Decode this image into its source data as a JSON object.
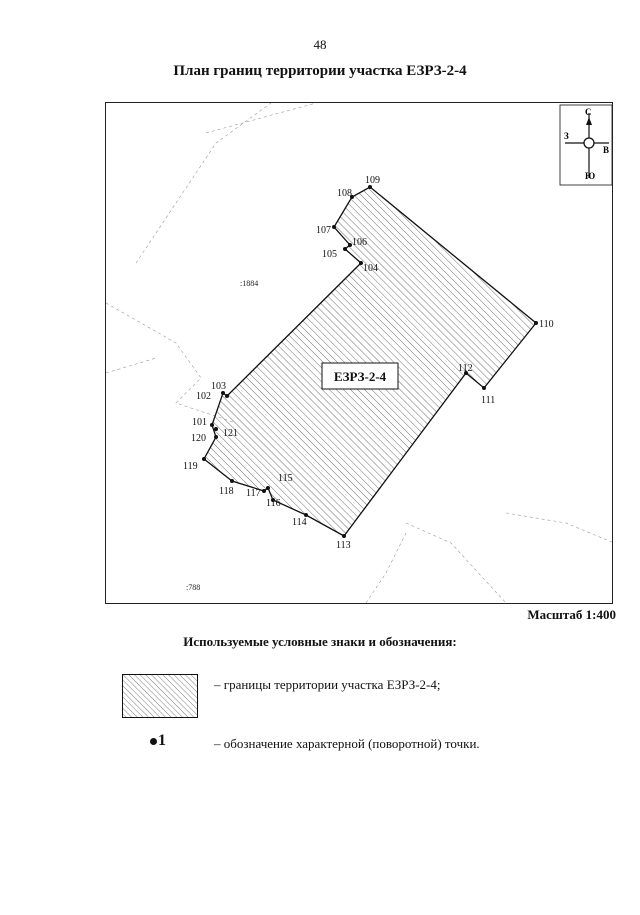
{
  "page": {
    "number": "48",
    "title": "План границ территории участка ЕЗРЗ-2-4"
  },
  "map": {
    "plot_label": "ЕЗРЗ-2-4",
    "neighbor_labels": [
      ":1884",
      ":788"
    ],
    "compass": {
      "north": "С",
      "south": "Ю",
      "east": "В",
      "west": "З"
    },
    "points": [
      {
        "id": "101",
        "label": "101"
      },
      {
        "id": "102",
        "label": "102"
      },
      {
        "id": "103",
        "label": "103"
      },
      {
        "id": "104",
        "label": "104"
      },
      {
        "id": "105",
        "label": "105"
      },
      {
        "id": "106",
        "label": "106"
      },
      {
        "id": "107",
        "label": "107"
      },
      {
        "id": "108",
        "label": "108"
      },
      {
        "id": "109",
        "label": "109"
      },
      {
        "id": "110",
        "label": "110"
      },
      {
        "id": "111",
        "label": "111"
      },
      {
        "id": "112",
        "label": "112"
      },
      {
        "id": "113",
        "label": "113"
      },
      {
        "id": "114",
        "label": "114"
      },
      {
        "id": "115",
        "label": "115"
      },
      {
        "id": "116",
        "label": "116"
      },
      {
        "id": "117",
        "label": "117"
      },
      {
        "id": "118",
        "label": "118"
      },
      {
        "id": "119",
        "label": "119"
      },
      {
        "id": "120",
        "label": "120"
      },
      {
        "id": "121",
        "label": "121"
      }
    ],
    "scale": "Масштаб 1:400"
  },
  "legend": {
    "heading": "Используемые условные знаки и обозначения:",
    "boundary_text": "– границы территории участка ЕЗРЗ-2-4;",
    "point_symbol": "1",
    "point_text": "– обозначение характерной (поворотной) точки."
  }
}
